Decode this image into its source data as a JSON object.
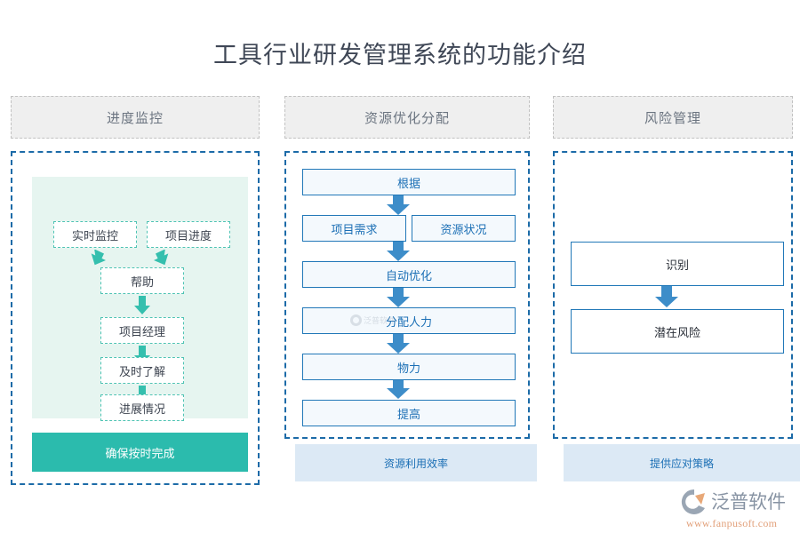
{
  "title": "工具行业研发管理系统的功能介绍",
  "colors": {
    "teal": "#2BBBAD",
    "teal_arrow": "#35BFAE",
    "mint_panel": "#E6F5F0",
    "blue_border": "#2178B8",
    "blue_text": "#1B6FB5",
    "blue_arrow": "#3D8DC9",
    "blue_footer": "#DCE9F5",
    "header_bg": "#EFEFEF",
    "header_text": "#6B7480",
    "dashed_container": "#1C6BA8"
  },
  "columns": [
    {
      "header": "进度监控",
      "top_pair": [
        "实时监控",
        "项目进度"
      ],
      "chain": [
        "帮助",
        "项目经理",
        "及时了解",
        "进展情况"
      ],
      "footer": "确保按时完成"
    },
    {
      "header": "资源优化分配",
      "first": "根据",
      "pair": [
        "项目需求",
        "资源状况"
      ],
      "chain": [
        "自动优化",
        "分配人力",
        "物力",
        "提高"
      ],
      "footer": "资源利用效率"
    },
    {
      "header": "风险管理",
      "boxes": [
        "识别",
        "潜在风险"
      ],
      "footer": "提供应对策略"
    }
  ],
  "watermark": {
    "text": "泛普软件"
  },
  "brand": {
    "name": "泛普软件",
    "url": "www.fanpusoft.com"
  }
}
